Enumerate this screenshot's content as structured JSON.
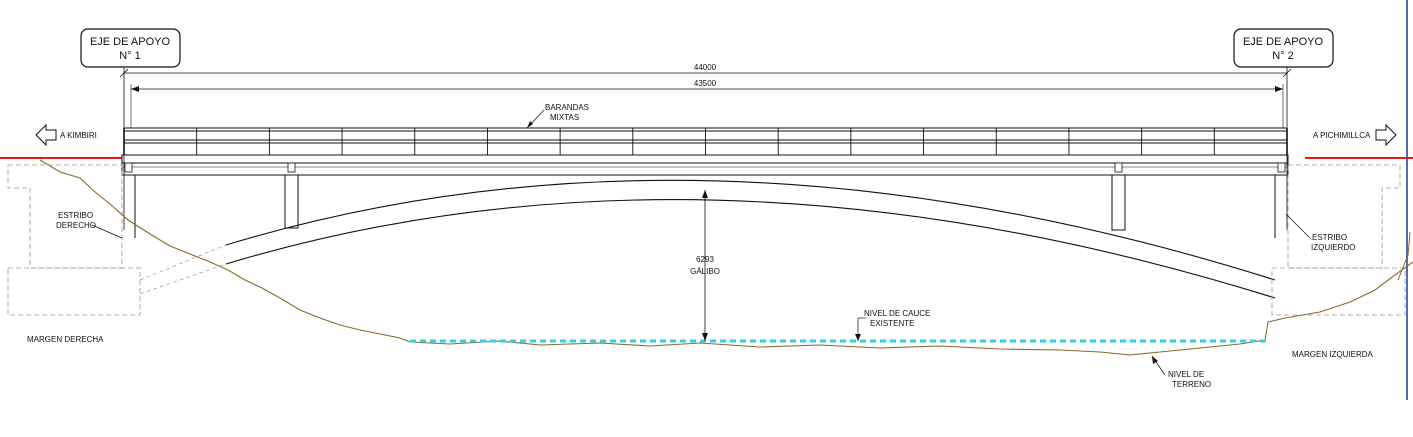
{
  "axes": {
    "left": {
      "line1": "EJE DE APOYO",
      "line2": "N° 1"
    },
    "right": {
      "line1": "EJE DE APOYO",
      "line2": "N° 2"
    }
  },
  "dimensions": {
    "total": "44000",
    "inner": "43500",
    "clearance_value": "6293",
    "clearance_label": "GÁLIBO"
  },
  "labels": {
    "railing_line1": "BARANDAS",
    "railing_line2": "MIXTAS",
    "to_left": "A KIMBIRI",
    "to_right": "A PICHIMILLCA",
    "abutment_right_line1": "ESTRIBO",
    "abutment_right_line2": "DERECHO",
    "abutment_left_line1": "ESTRIBO",
    "abutment_left_line2": "IZQUIERDO",
    "bank_right": "MARGEN DERECHA",
    "bank_left": "MARGEN IZQUIERDA",
    "river_line1": "NIVEL DE CAUCE",
    "river_line2": "EXISTENTE",
    "ground_line1": "NIVEL DE",
    "ground_line2": "TERRENO"
  },
  "colors": {
    "road": "#e01b1b",
    "terrain": "#8b6a2b",
    "water": "#2fd3e0",
    "line": "#111111",
    "hidden": "#9a9a9a",
    "frame": "#4a6fb5"
  }
}
